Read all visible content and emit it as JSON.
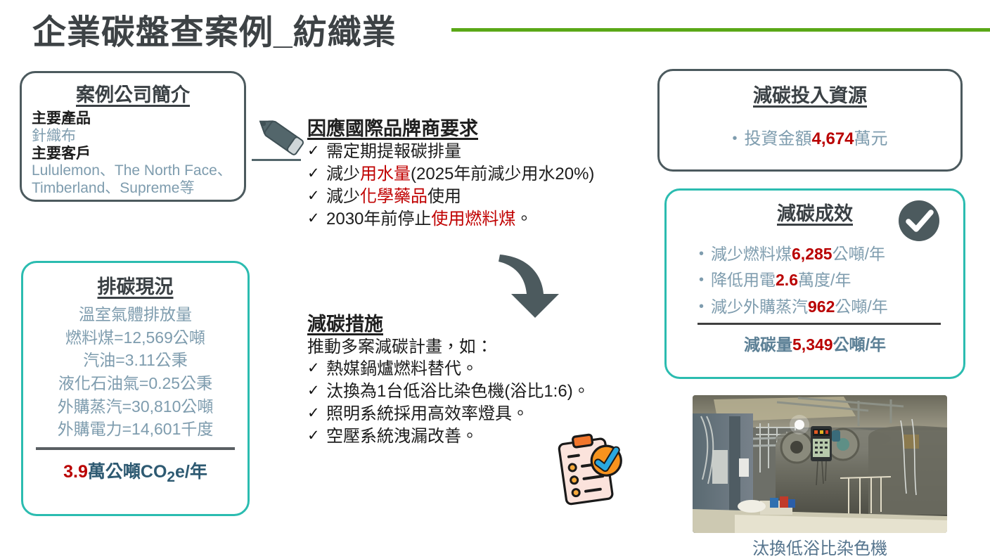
{
  "slide": {
    "title": "企業碳盤查案例_紡織業",
    "rule_color": "#5aa817"
  },
  "company": {
    "heading": "案例公司簡介",
    "product_label": "主要產品",
    "product_value": "針織布",
    "customer_label": "主要客戶",
    "customer_value_line1": "Lululemon、The North Face、",
    "customer_value_line2": "Timberland、Supreme等"
  },
  "emission": {
    "heading": "排碳現況",
    "subtitle": "溫室氣體排放量",
    "items": [
      "燃料煤=12,569公噸",
      "汽油=3.11公秉",
      "液化石油氣=0.25公秉",
      "外購蒸汽=30,810公噸",
      "外購電力=14,601千度"
    ],
    "total_value": "3.9",
    "total_unit_a": "萬公噸CO",
    "total_unit_sub": "2",
    "total_unit_b": "e/年"
  },
  "brand": {
    "heading": "因應國際品牌商要求",
    "check_mark": "✓",
    "items": [
      {
        "pre": "需定期提報碳排量",
        "hl": "",
        "post": ""
      },
      {
        "pre": "減少",
        "hl": "用水量",
        "post": "(2025年前減少用水20%)"
      },
      {
        "pre": "減少",
        "hl": "化學藥品",
        "post": "使用"
      },
      {
        "pre": "2030年前停止",
        "hl": "使用燃料煤",
        "post": "。"
      }
    ]
  },
  "measures": {
    "heading": "減碳措施",
    "lead": "推動多案減碳計畫，如：",
    "check_mark": "✓",
    "items": [
      "熱媒鍋爐燃料替代。",
      "汰換為1台低浴比染色機(浴比1:6)。",
      "照明系統採用高效率燈具。",
      "空壓系統洩漏改善。"
    ]
  },
  "investment": {
    "heading": "減碳投入資源",
    "bullet": "•",
    "item_pre": "投資金額",
    "item_value": "4,674",
    "item_post": "萬元"
  },
  "results": {
    "heading": "減碳成效",
    "bullet": "•",
    "items": [
      {
        "pre": "減少燃料煤",
        "value": "6,285",
        "post": "公噸/年"
      },
      {
        "pre": "降低用電",
        "value": "2.6",
        "post": "萬度/年"
      },
      {
        "pre": "減少外購蒸汽",
        "value": "962",
        "post": "公噸/年"
      }
    ],
    "total_pre": "減碳量",
    "total_value": "5,349",
    "total_post": "公噸/年"
  },
  "photo": {
    "caption": "汰換低浴比染色機",
    "alt": "industrial low-liquor-ratio dyeing machine"
  },
  "colors": {
    "accent_green": "#5aa817",
    "teal": "#2bbcb0",
    "slate": "#4c5a5e",
    "red": "#b90000",
    "blue_gray": "#7e9cae"
  }
}
